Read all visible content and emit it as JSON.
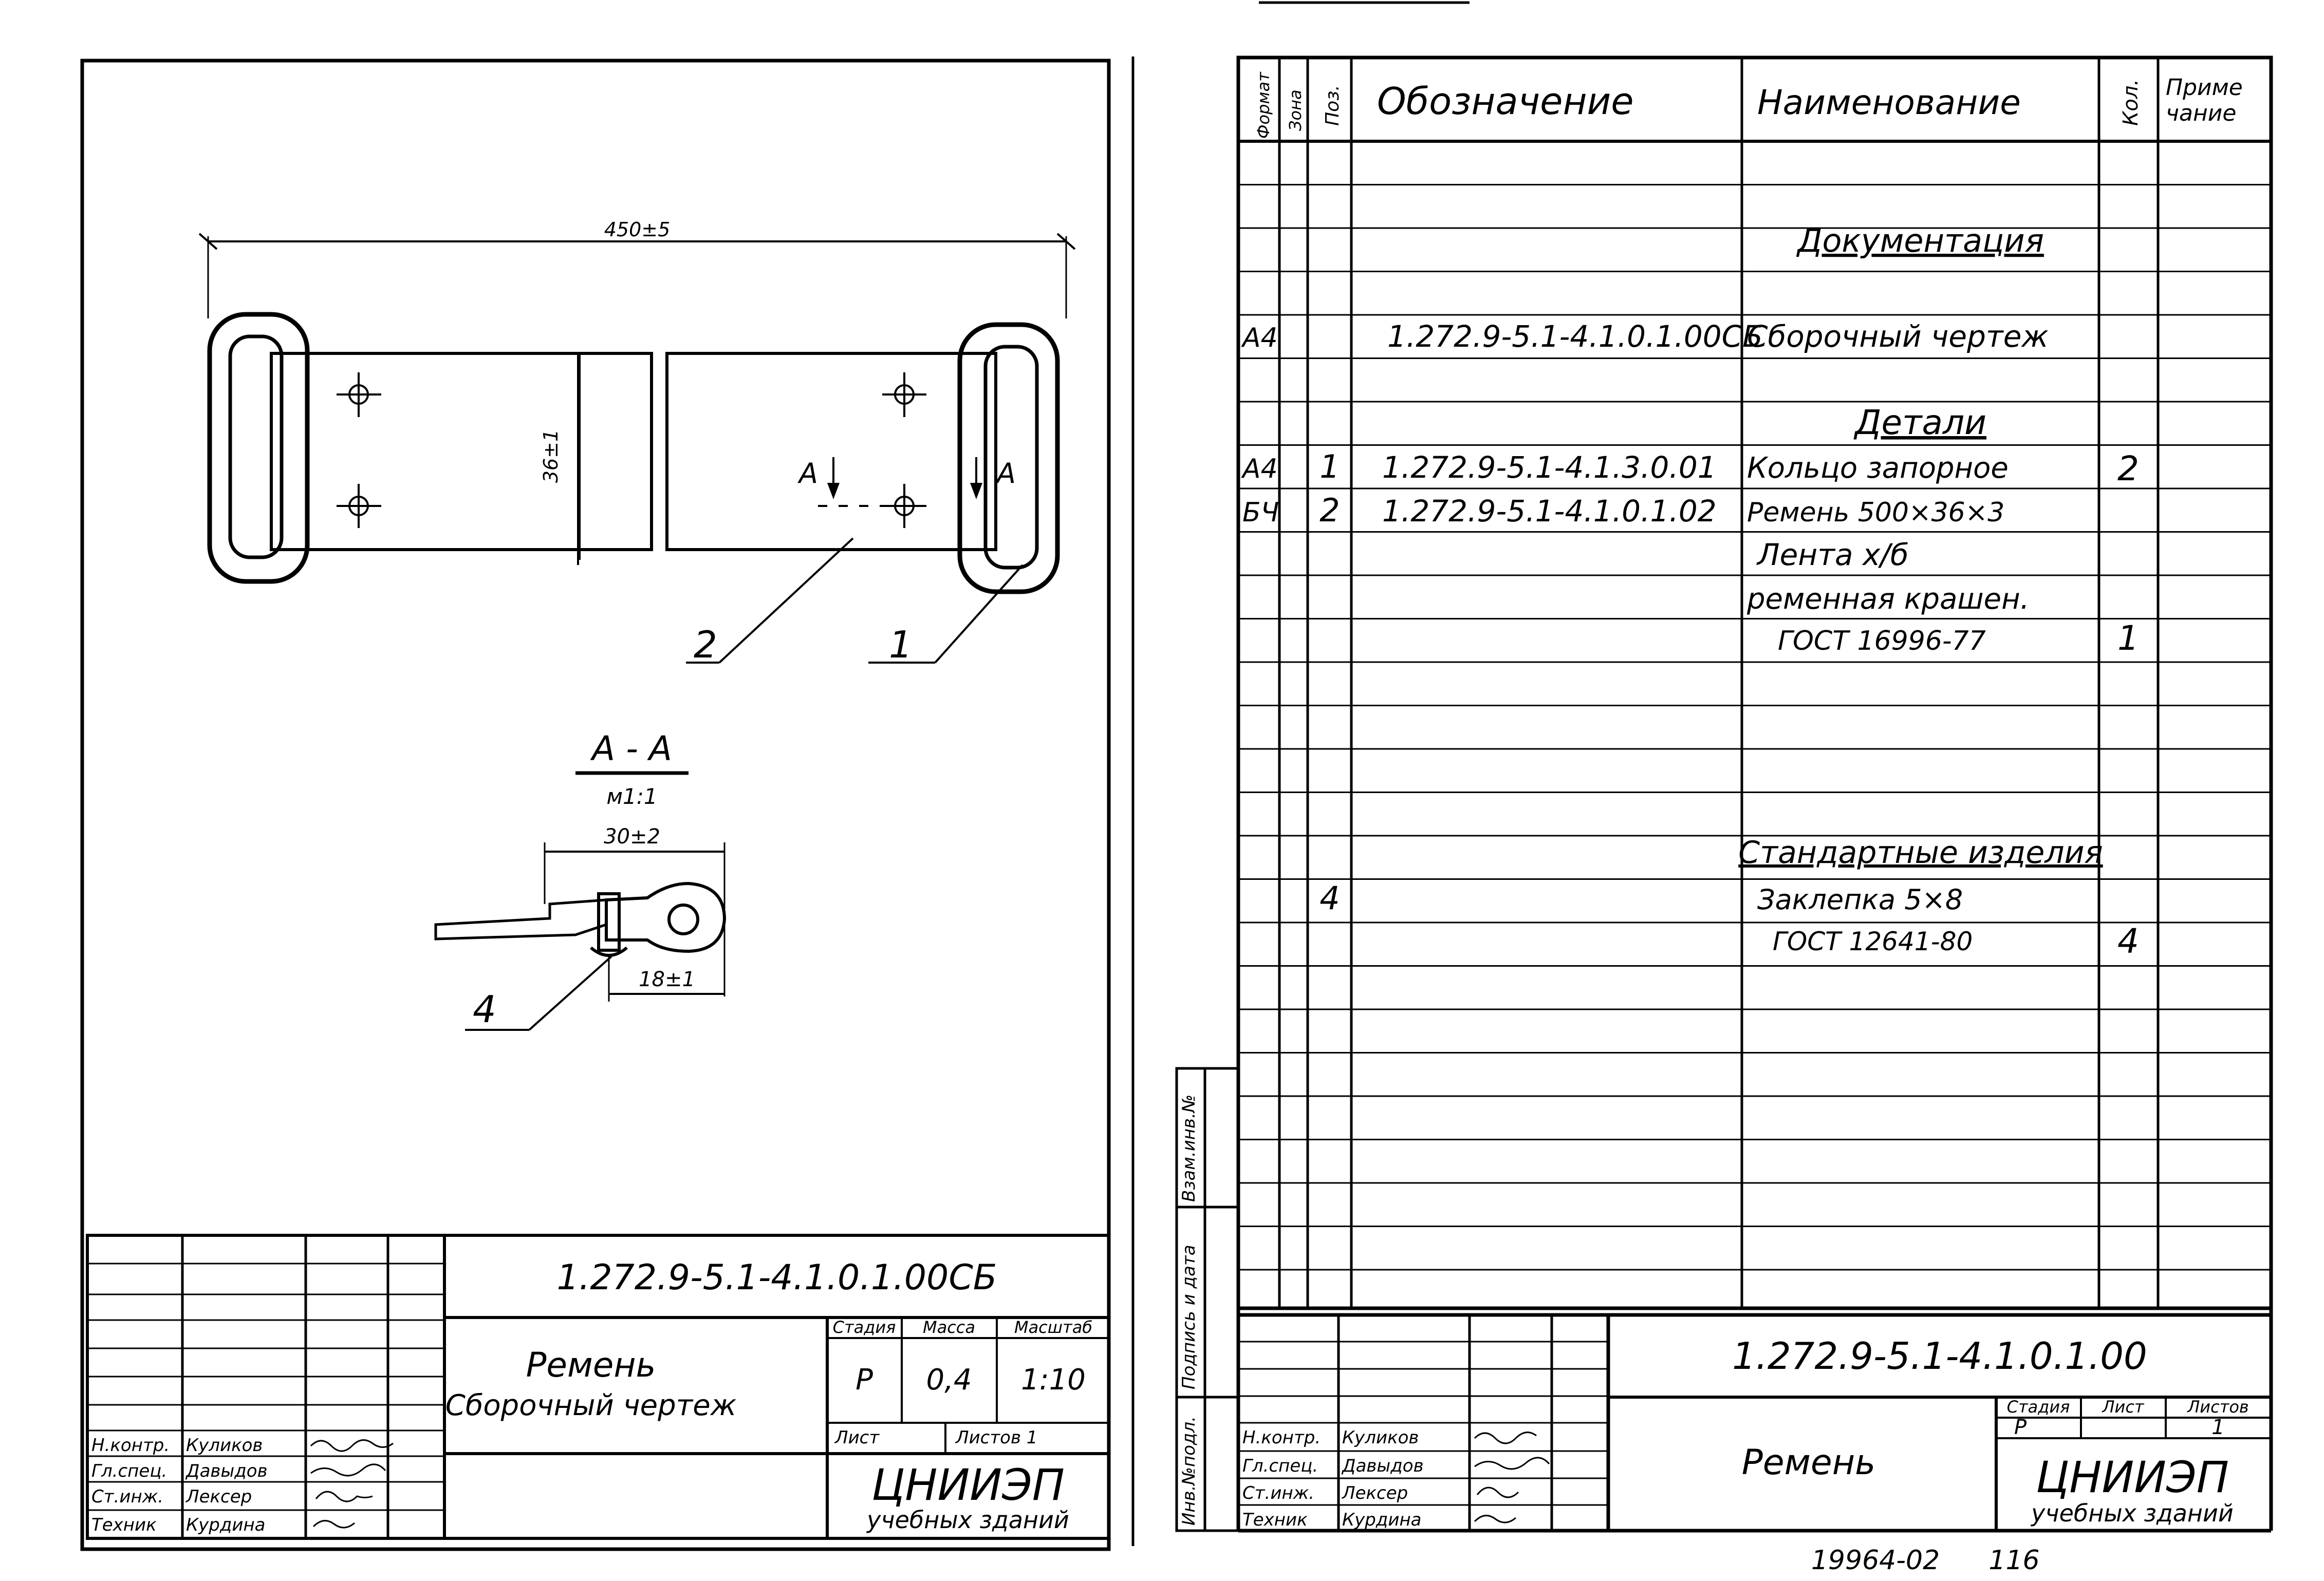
{
  "left_sheet": {
    "drawing": {
      "dim_length": "450±5",
      "dim_width": "36±1",
      "section_letter": "А",
      "callout_1": "1",
      "callout_2": "2",
      "section_title": "А - А",
      "section_scale": "м1:1",
      "dim_30": "30±2",
      "dim_18": "18±1",
      "callout_4": "4"
    },
    "title_block": {
      "designation": "1.272.9-5.1-4.1.0.1.00СБ",
      "name_line1": "Ремень",
      "name_line2": "Сборочный чертеж",
      "col_stage": "Стадия",
      "col_mass": "Масса",
      "col_scale": "Масштаб",
      "stage": "Р",
      "mass": "0,4",
      "scale": "1:10",
      "sheet_label": "Лист",
      "sheets_label": "Листов 1",
      "org_line1": "ЦНИИЭП",
      "org_line2": "учебных зданий",
      "signatures": [
        {
          "role": "Н.контр.",
          "name": "Куликов"
        },
        {
          "role": "Гл.спец.",
          "name": "Давыдов"
        },
        {
          "role": "Ст.инж.",
          "name": "Лексер"
        },
        {
          "role": "Техник",
          "name": "Курдина"
        }
      ]
    }
  },
  "right_sheet": {
    "spec_headers": {
      "format": "Формат",
      "zone": "Зона",
      "pos": "Поз.",
      "designation": "Обозначение",
      "name": "Наименование",
      "qty": "Кол.",
      "note_line1": "Приме",
      "note_line2": "чание"
    },
    "spec_rows": [
      {
        "format": "",
        "pos": "",
        "designation": "",
        "name": "Документация",
        "qty": ""
      },
      {
        "format": "А4",
        "pos": "",
        "designation": "1.272.9-5.1-4.1.0.1.00СБ",
        "name": "Сборочный чертеж",
        "qty": ""
      },
      {
        "format": "",
        "pos": "",
        "designation": "",
        "name": "Детали",
        "qty": ""
      },
      {
        "format": "А4",
        "pos": "1",
        "designation": "1.272.9-5.1-4.1.3.0.01",
        "name": "Кольцо запорное",
        "qty": "2"
      },
      {
        "format": "БЧ",
        "pos": "2",
        "designation": "1.272.9-5.1-4.1.0.1.02",
        "name": "Ремень 500×36×3",
        "qty": ""
      },
      {
        "format": "",
        "pos": "",
        "designation": "",
        "name": "Лента х/б",
        "qty": ""
      },
      {
        "format": "",
        "pos": "",
        "designation": "",
        "name": "ременная крашен.",
        "qty": ""
      },
      {
        "format": "",
        "pos": "",
        "designation": "",
        "name": "ГОСТ 16996-77",
        "qty": "1"
      },
      {
        "format": "",
        "pos": "",
        "designation": "",
        "name": "Стандартные изделия",
        "qty": ""
      },
      {
        "format": "",
        "pos": "4",
        "designation": "",
        "name": "Заклепка 5×8",
        "qty": ""
      },
      {
        "format": "",
        "pos": "",
        "designation": "",
        "name": "ГОСТ 12641-80",
        "qty": "4"
      }
    ],
    "side_stamps": {
      "inv_sub": "Инв.№подл.",
      "sign_date": "Подпись и дата",
      "inv_replace": "Взам.инв.№"
    },
    "title_block": {
      "designation": "1.272.9-5.1-4.1.0.1.00",
      "name": "Ремень",
      "col_stage": "Стадия",
      "col_sheet": "Лист",
      "col_sheets": "Листов",
      "stage": "Р",
      "sheets": "1",
      "org_line1": "ЦНИИЭП",
      "org_line2": "учебных зданий",
      "signatures": [
        {
          "role": "Н.контр.",
          "name": "Куликов"
        },
        {
          "role": "Гл.спец.",
          "name": "Давыдов"
        },
        {
          "role": "Ст.инж.",
          "name": "Лексер"
        },
        {
          "role": "Техник",
          "name": "Курдина"
        }
      ]
    }
  },
  "footer": {
    "archive_no": "19964-02",
    "page_no": "116"
  }
}
